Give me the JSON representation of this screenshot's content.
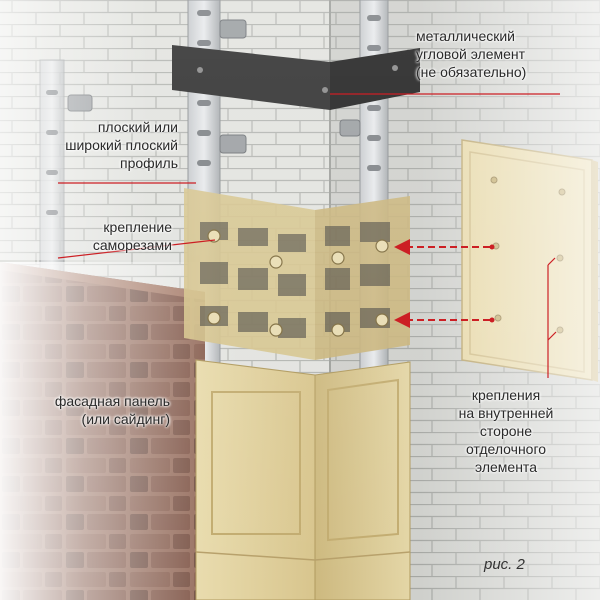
{
  "labels": {
    "metal_corner": [
      "металлический",
      "угловой элемент",
      "(не обязательно)"
    ],
    "profile": [
      "плоский или",
      "широкий плоский",
      "профиль"
    ],
    "screws": [
      "крепление",
      "саморезами"
    ],
    "facade_panel": [
      "фасадная панель",
      "(или сайдинг)"
    ],
    "inner_fasteners": [
      "крепления",
      "на внутренней",
      "стороне",
      "отделочного",
      "элемента"
    ]
  },
  "figure_label": "рис. 2",
  "colors": {
    "brick_wall": "#d9dad6",
    "steel_profile": "#b8bcbf",
    "beige_corner": "#dccb96",
    "facade_brown": "#6e4535",
    "leader_red": "#cc1f24",
    "metal_black": "#2d2d2d"
  }
}
